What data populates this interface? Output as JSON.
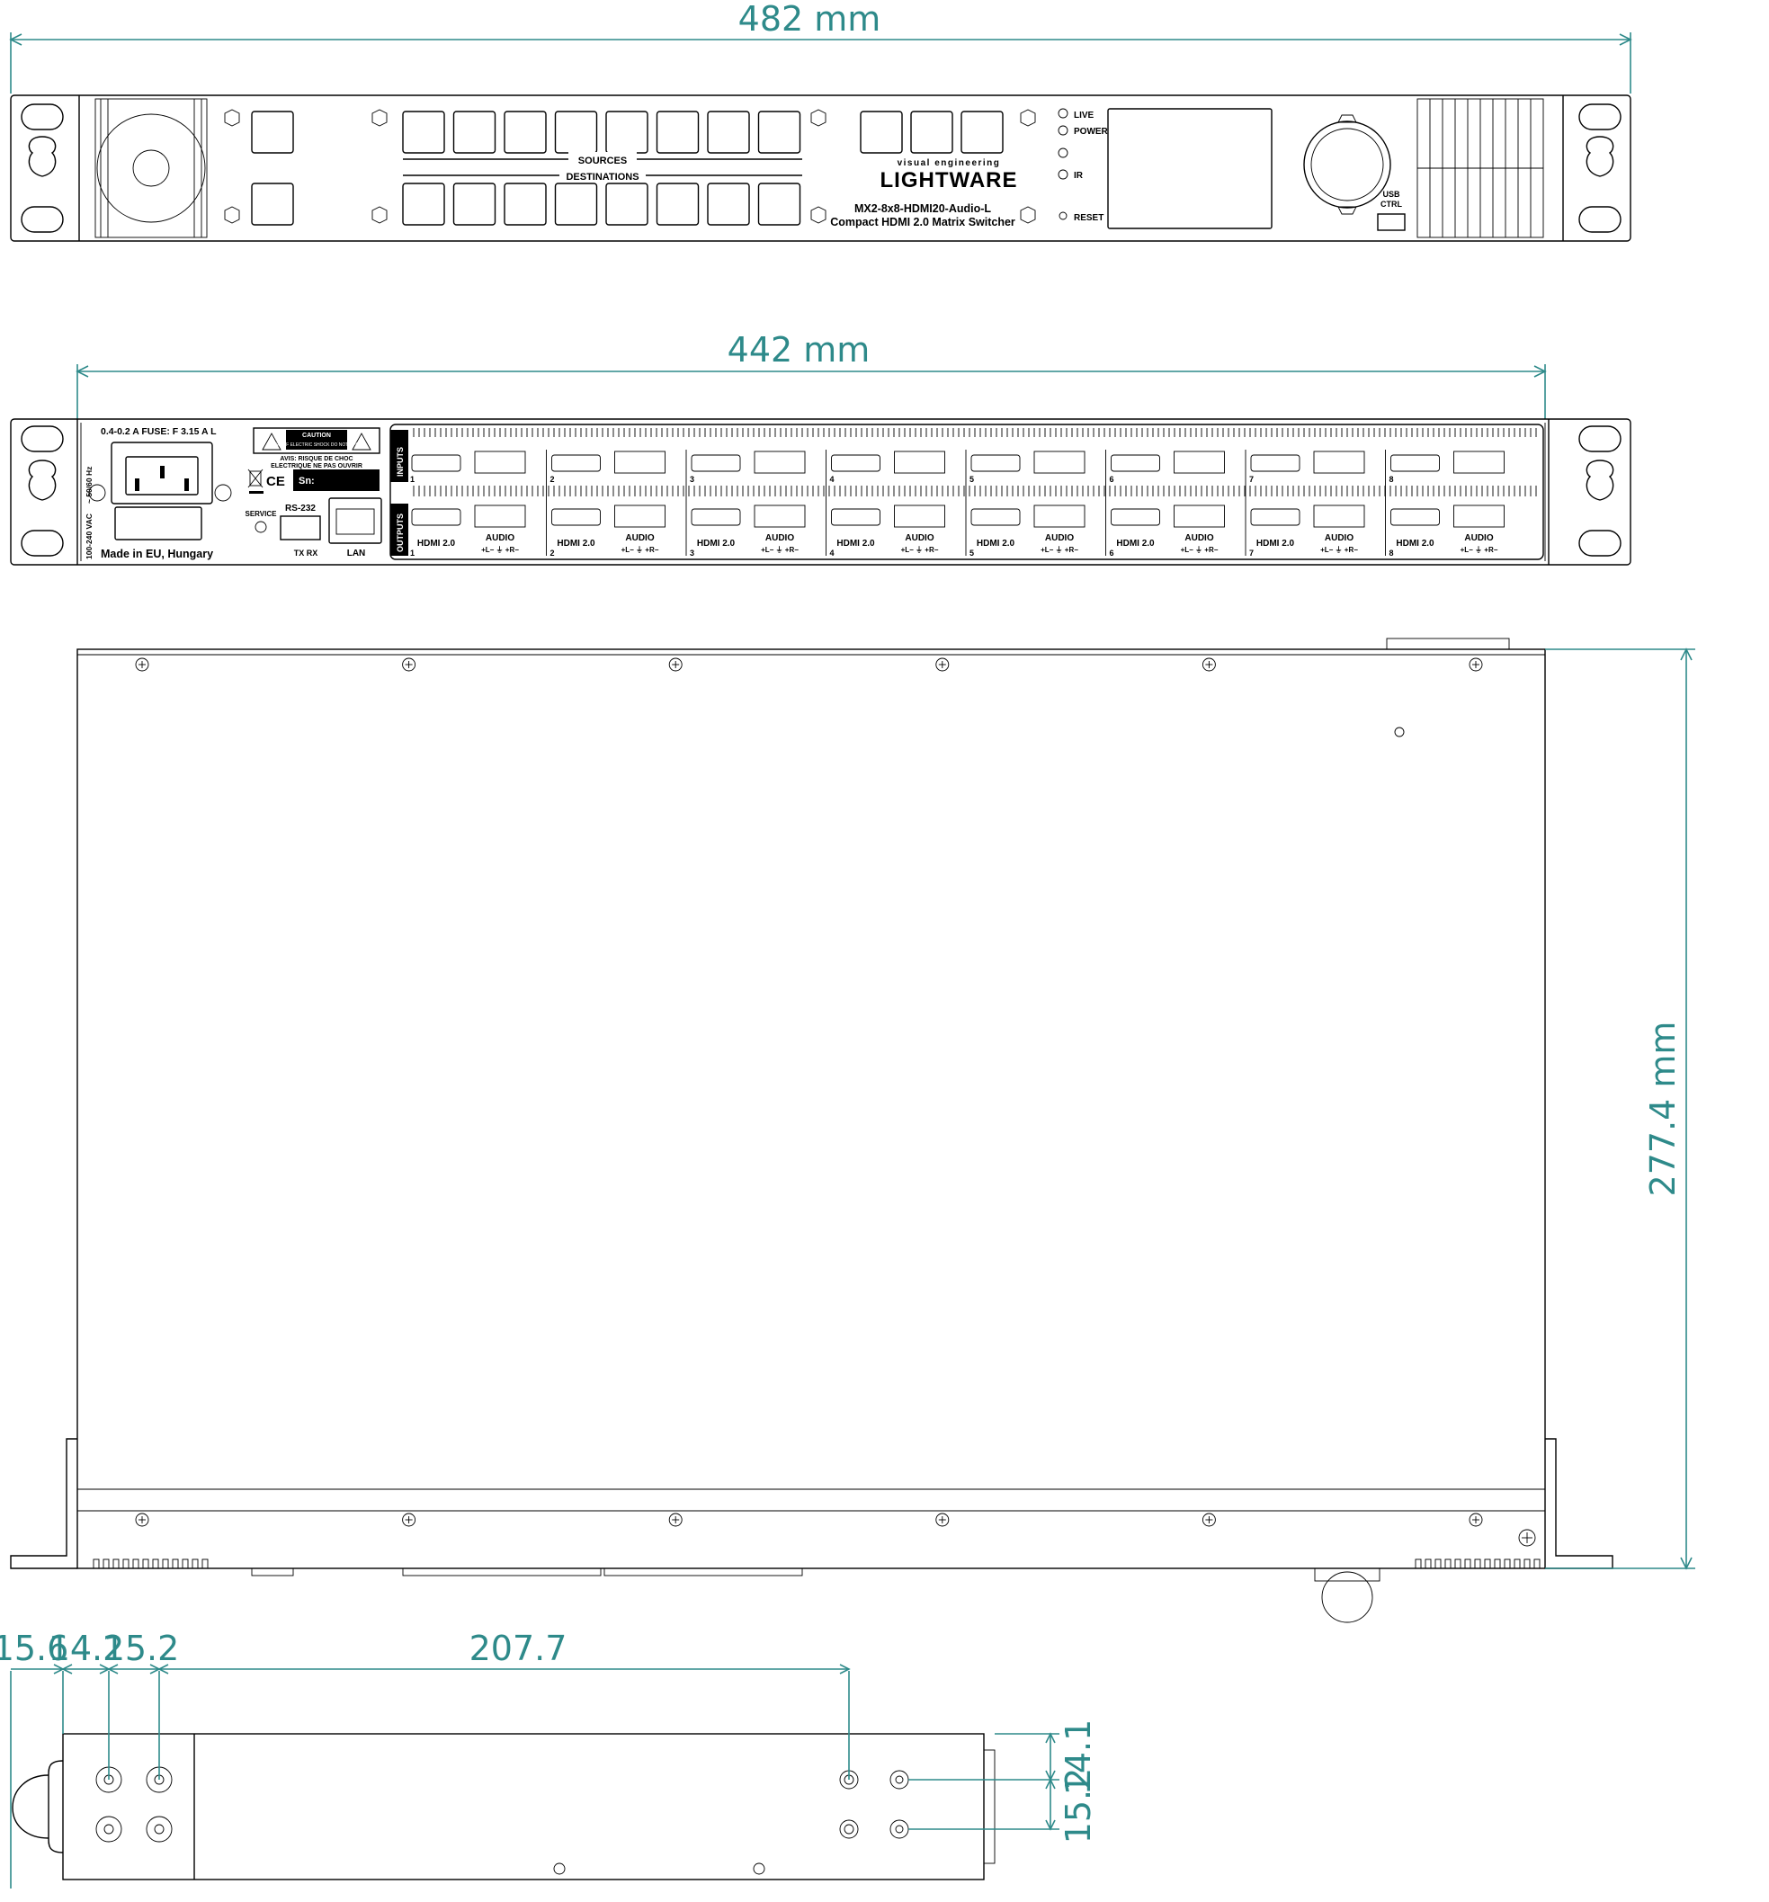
{
  "dimensions": {
    "front_width": "482 mm",
    "rear_width": "442 mm",
    "depth": "277.4 mm",
    "side_a": "15.6",
    "side_b": "14.2",
    "side_c": "15.2",
    "side_d": "207.7",
    "side_v1": "14.1",
    "side_v2": "15.2"
  },
  "front_panel": {
    "sources_label": "SOURCES",
    "destinations_label": "DESTINATIONS",
    "brand_tagline": "visual engineering",
    "brand_name": "LIGHTWARE",
    "model": "MX2-8x8-HDMI20-Audio-L",
    "description": "Compact HDMI 2.0 Matrix Switcher",
    "led_live": "LIVE",
    "led_power": "POWER",
    "led_ir": "IR",
    "reset_label": "RESET",
    "usb_label": "USB",
    "ctrl_label": "CTRL"
  },
  "rear_panel": {
    "power_rating": "0.4-0.2 A  FUSE: F 3.15 A L",
    "frequency": "~ 50/60 Hz",
    "voltage": "100-240 VAC",
    "made_in": "Made in EU, Hungary",
    "caution_title": "CAUTION",
    "caution_text": "RISK OF ELECTRIC SHOCK DO NOT OPEN",
    "avis_text_1": "AVIS: RISQUE DE CHOC",
    "avis_text_2": "ELECTRIQUE NE PAS OUVRIR",
    "serial_label": "Sn:",
    "service_label": "SERVICE",
    "rs232_label": "RS-232",
    "rs232_pins": "TX RX",
    "lan_label": "LAN",
    "inputs_label": "INPUTS",
    "outputs_label": "OUTPUTS",
    "hdmi_label": "HDMI 2.0",
    "audio_label": "AUDIO",
    "audio_pins": "+L−  ⏚  +R−",
    "port_numbers": [
      "1",
      "2",
      "3",
      "4",
      "5",
      "6",
      "7",
      "8"
    ]
  }
}
